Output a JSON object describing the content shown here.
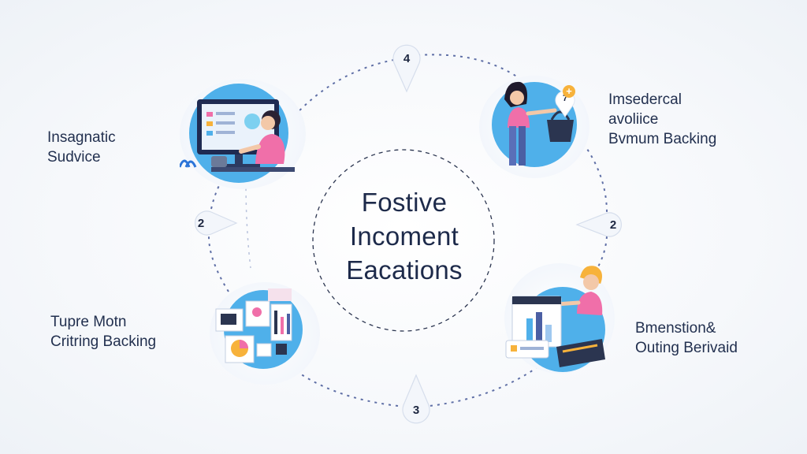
{
  "center": {
    "title_lines": [
      "Fostive",
      "Incoment",
      "Eacations"
    ]
  },
  "labels": {
    "top_left": [
      "Insagnatic",
      "Sudvice"
    ],
    "top_right": [
      "Imsedercal",
      "avoliice",
      "Bvmum Backing"
    ],
    "bottom_left": [
      "Tupre Motn",
      "Critring Backing"
    ],
    "bottom_right": [
      "Bmenstion&",
      "Outing Berivaid"
    ]
  },
  "markers": {
    "top": "4",
    "left": "2",
    "right": "2",
    "bottom": "3",
    "badge": "7"
  },
  "colors": {
    "accent_blue": "#4fb0ea",
    "pink": "#f06fa9",
    "orange": "#f7b23b",
    "dashed_line": "#5f6fa6",
    "title_text": "#1d2a4a"
  },
  "icons": [
    "person-at-computer-icon",
    "person-with-basket-icon",
    "document-collage-icon",
    "person-with-charts-icon"
  ]
}
